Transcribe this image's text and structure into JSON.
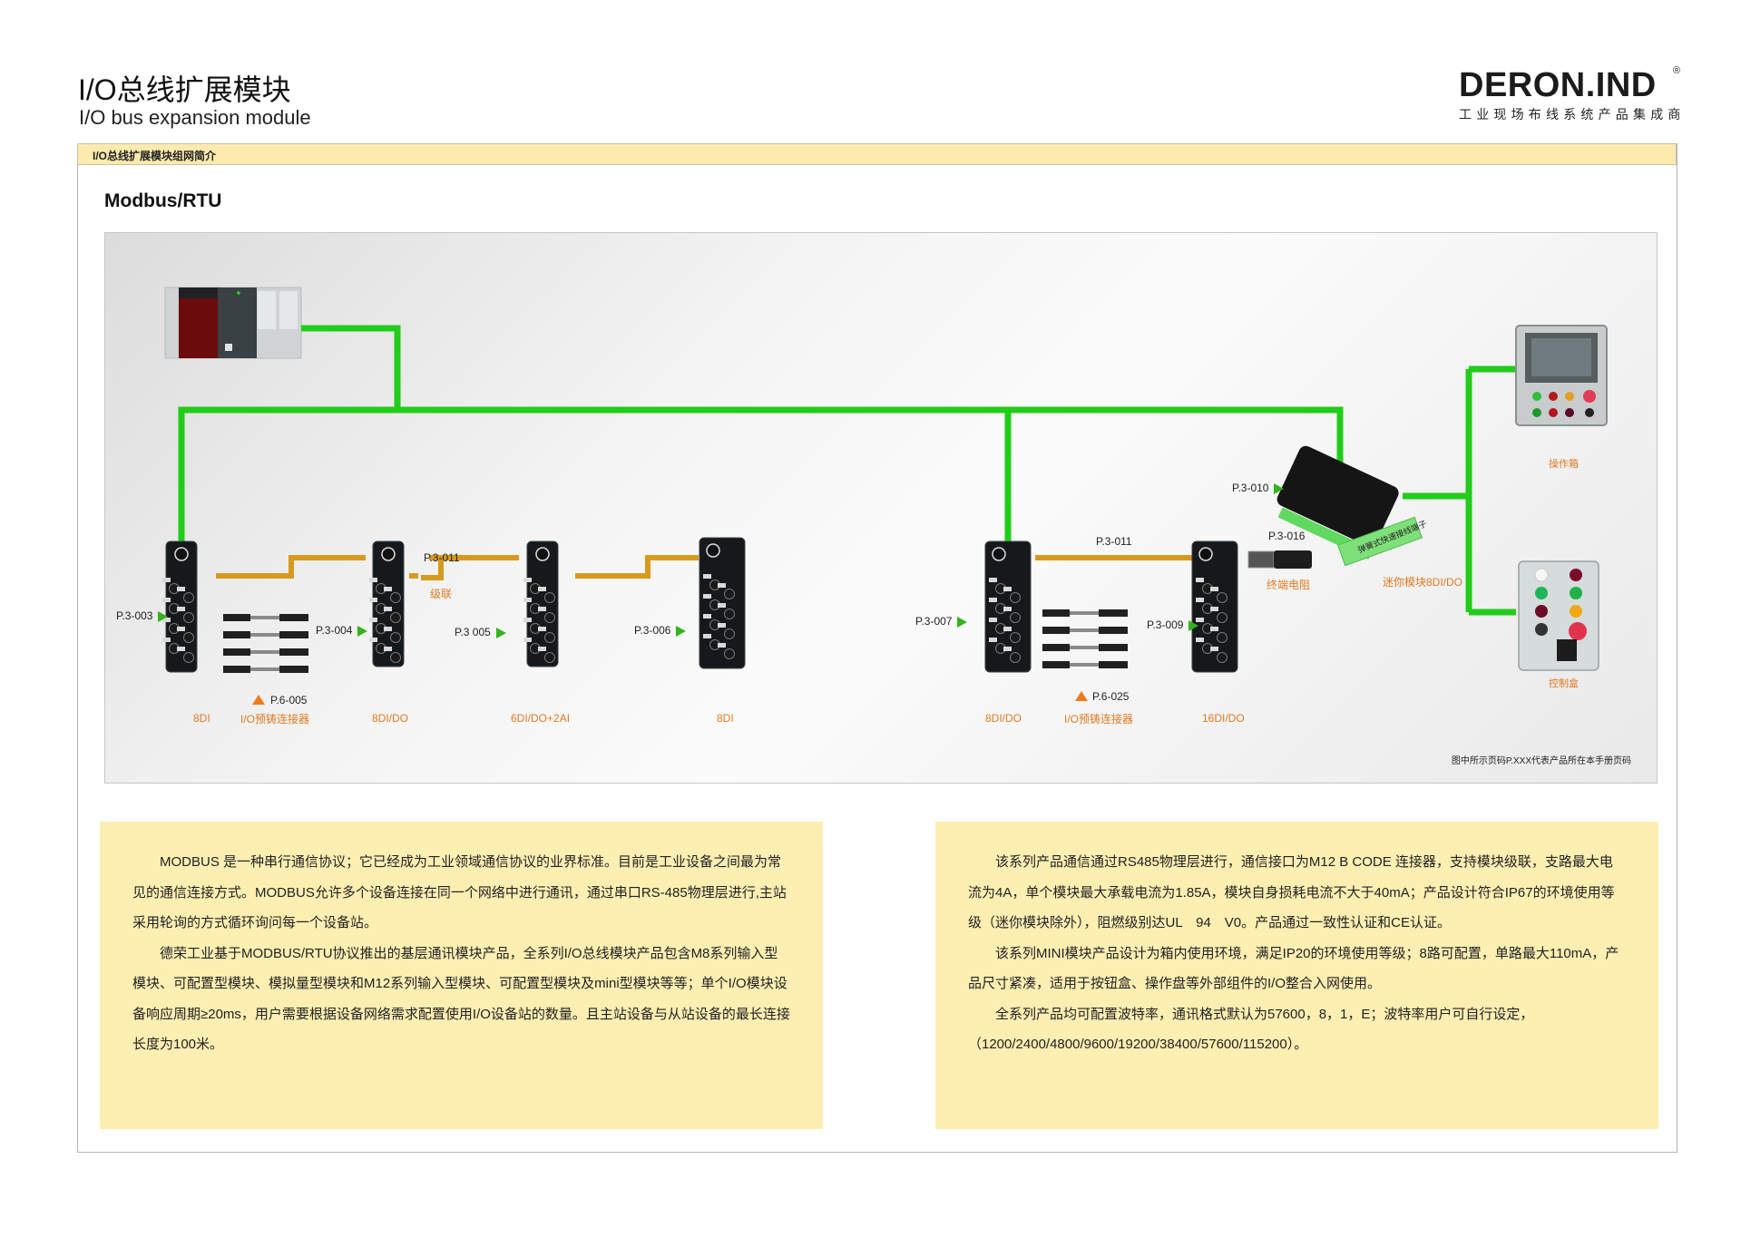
{
  "header": {
    "title_cn": "I/O总线扩展模块",
    "title_en": "I/O bus expansion module"
  },
  "logo": {
    "brand": "DERON.IND",
    "registered_mark": "®",
    "tagline": "工业现场布线系统产品集成商"
  },
  "section": {
    "bar_title": "I/O总线扩展模块组网简介",
    "subtitle": "Modbus/RTU"
  },
  "diagram": {
    "colors": {
      "bus": "#22cc1a",
      "cascade": "#d89a1e",
      "label_accent": "#e07a22",
      "page_arrow": "#35b31c"
    },
    "modules": [
      {
        "page": "P.3-003",
        "type": "8DI"
      },
      {
        "page": "P.3-004",
        "type": "8DI/DO"
      },
      {
        "page": "P.3 005",
        "type": "6DI/DO+2AI"
      },
      {
        "page": "P.3-006",
        "type": "8DI"
      },
      {
        "page": "P.3-007",
        "type": "8DI/DO"
      },
      {
        "page": "P.3-009",
        "type": "16DI/DO"
      }
    ],
    "connectors": [
      {
        "page": "P.6-005",
        "label": "I/O预铸连接器"
      },
      {
        "page": "P.6-025",
        "label": "I/O预铸连接器"
      }
    ],
    "cascade_labels": [
      {
        "page": "P.3-011",
        "label": "级联"
      },
      {
        "page": "P.3-011"
      }
    ],
    "terminator": {
      "page": "P.3-016",
      "label": "终端电阻"
    },
    "mini_module": {
      "page": "P.3-010",
      "label": "迷你模块8DI/DO",
      "terminal_label": "弹簧式快速接线端子"
    },
    "peripherals": [
      {
        "label": "操作箱"
      },
      {
        "label": "控制盒"
      }
    ],
    "note": "图中所示页码P.XXX代表产品所在本手册页码"
  },
  "text_left": {
    "paragraphs": [
      "MODBUS 是一种串行通信协议；它已经成为工业领域通信协议的业界标准。目前是工业设备之间最为常见的通信连接方式。MODBUS允许多个设备连接在同一个网络中进行通讯，通过串口RS-485物理层进行,主站采用轮询的方式循环询问每一个设备站。",
      "德荣工业基于MODBUS/RTU协议推出的基层通讯模块产品，全系列I/O总线模块产品包含M8系列输入型模块、可配置型模块、模拟量型模块和M12系列输入型模块、可配置型模块及mini型模块等等；单个I/O模块设备响应周期≥20ms，用户需要根据设备网络需求配置使用I/O设备站的数量。且主站设备与从站设备的最长连接长度为100米。"
    ]
  },
  "text_right": {
    "paragraphs": [
      "该系列产品通信通过RS485物理层进行，通信接口为M12 B CODE 连接器，支持模块级联，支路最大电流为4A，单个模块最大承载电流为1.85A，模块自身损耗电流不大于40mA；产品设计符合IP67的环境使用等级（迷你模块除外），阻燃级别达UL　94　V0。产品通过一致性认证和CE认证。",
      "该系列MINI模块产品设计为箱内使用环境，满足IP20的环境使用等级；8路可配置，单路最大110mA，产品尺寸紧凑，适用于按钮盒、操作盘等外部组件的I/O整合入网使用。",
      "全系列产品均可配置波特率，通讯格式默认为57600，8，1，E；波特率用户可自行设定，（1200/2400/4800/9600/19200/38400/57600/115200）。"
    ]
  }
}
